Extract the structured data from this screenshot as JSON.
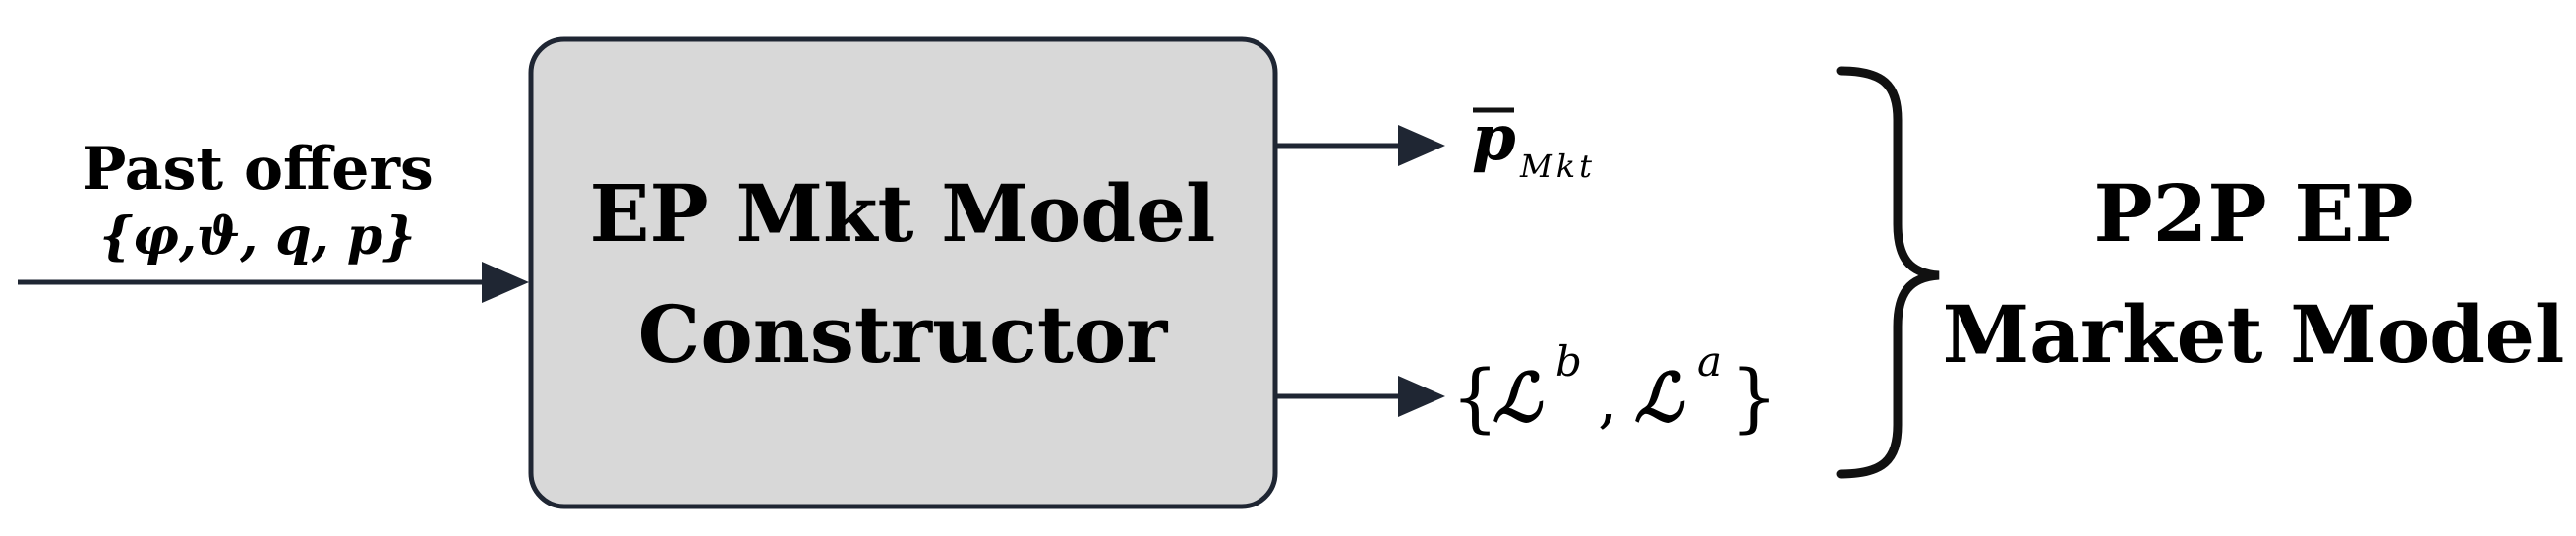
{
  "input": {
    "title": "Past offers",
    "params": "{φ,ϑ, q, p}"
  },
  "block": {
    "line1": "EP Mkt Model",
    "line2": "Constructor"
  },
  "outputs": {
    "price_symbol": "p",
    "price_subscript": "Mkt",
    "curves_open": "{",
    "curve_b_symbol": "ℒ",
    "curve_b_sup": "b",
    "separator": ",",
    "curve_a_symbol": "ℒ",
    "curve_a_sup": "a",
    "curves_close": "}"
  },
  "result": {
    "line1": "P2P EP",
    "line2": "Market Model"
  },
  "colors": {
    "box_fill": "#d8d8d8",
    "box_stroke": "#1f2633",
    "arrow": "#1f2633",
    "text": "#111111"
  }
}
